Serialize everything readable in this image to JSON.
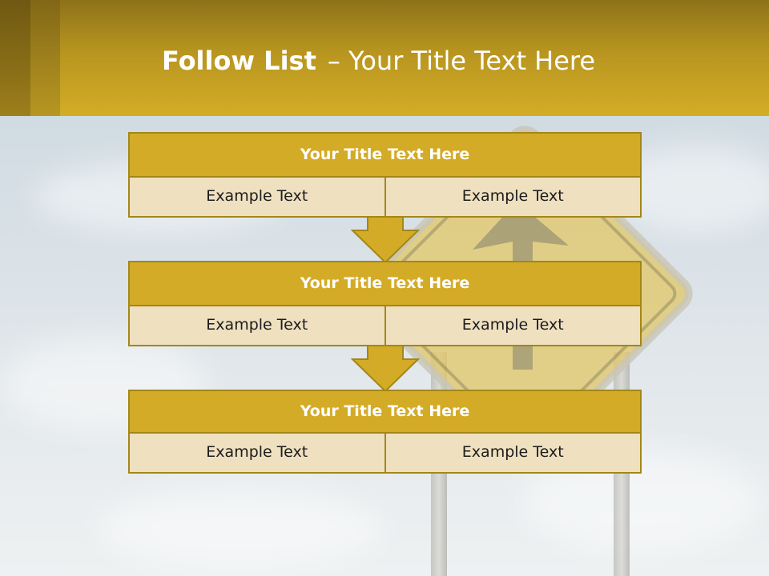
{
  "header": {
    "title_bold": "Follow List",
    "title_rest": "– Your Title Text Here"
  },
  "blocks": [
    {
      "title": "Your Title Text Here",
      "left": "Example Text",
      "right": "Example Text"
    },
    {
      "title": "Your Title Text Here",
      "left": "Example Text",
      "right": "Example Text"
    },
    {
      "title": "Your Title Text Here",
      "left": "Example Text",
      "right": "Example Text"
    }
  ],
  "colors": {
    "accent": "#d4ab27",
    "accent_dark": "#a38718",
    "cell_bg": "#efe0c0",
    "header_top": "#8e721a"
  }
}
